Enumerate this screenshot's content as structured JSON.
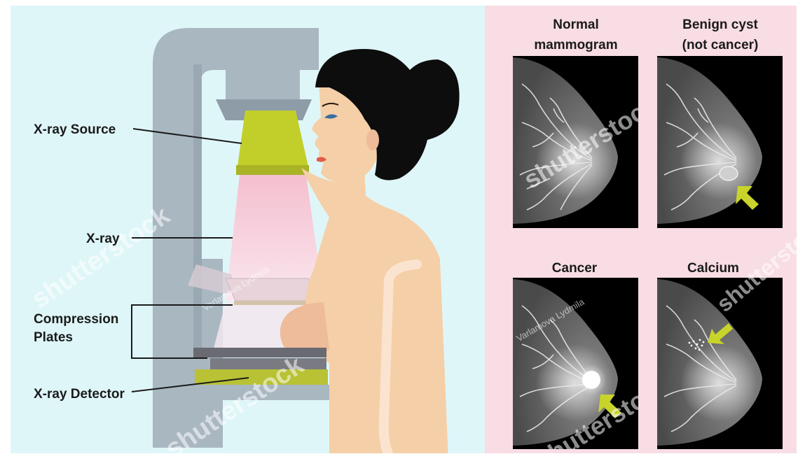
{
  "left_panel": {
    "background": "#dff6f8",
    "labels": {
      "xray_source": "X-ray Source",
      "xray": "X-ray",
      "compression_line1": "Compression",
      "compression_line2": "Plates",
      "xray_detector": "X-ray Detector"
    }
  },
  "right_panel": {
    "background": "#f8dde4",
    "panels": {
      "normal": {
        "line1": "Normal",
        "line2": "mammogram"
      },
      "benign": {
        "line1": "Benign cyst",
        "line2": "(not cancer)"
      },
      "cancer": {
        "line1": "Cancer"
      },
      "calcium": {
        "line1": "Calcium"
      }
    },
    "arrow_color": "#c8d42a"
  },
  "colors": {
    "machine": "#a9b7c1",
    "source_head": "#c2cf2a",
    "beam": "#f4c5d4",
    "skin": "#f5cfa7",
    "hair": "#0d0d0d",
    "detector": "#b8c234"
  },
  "watermark": {
    "brand": "shutterstock",
    "author": "Varlamova Lydmila"
  }
}
